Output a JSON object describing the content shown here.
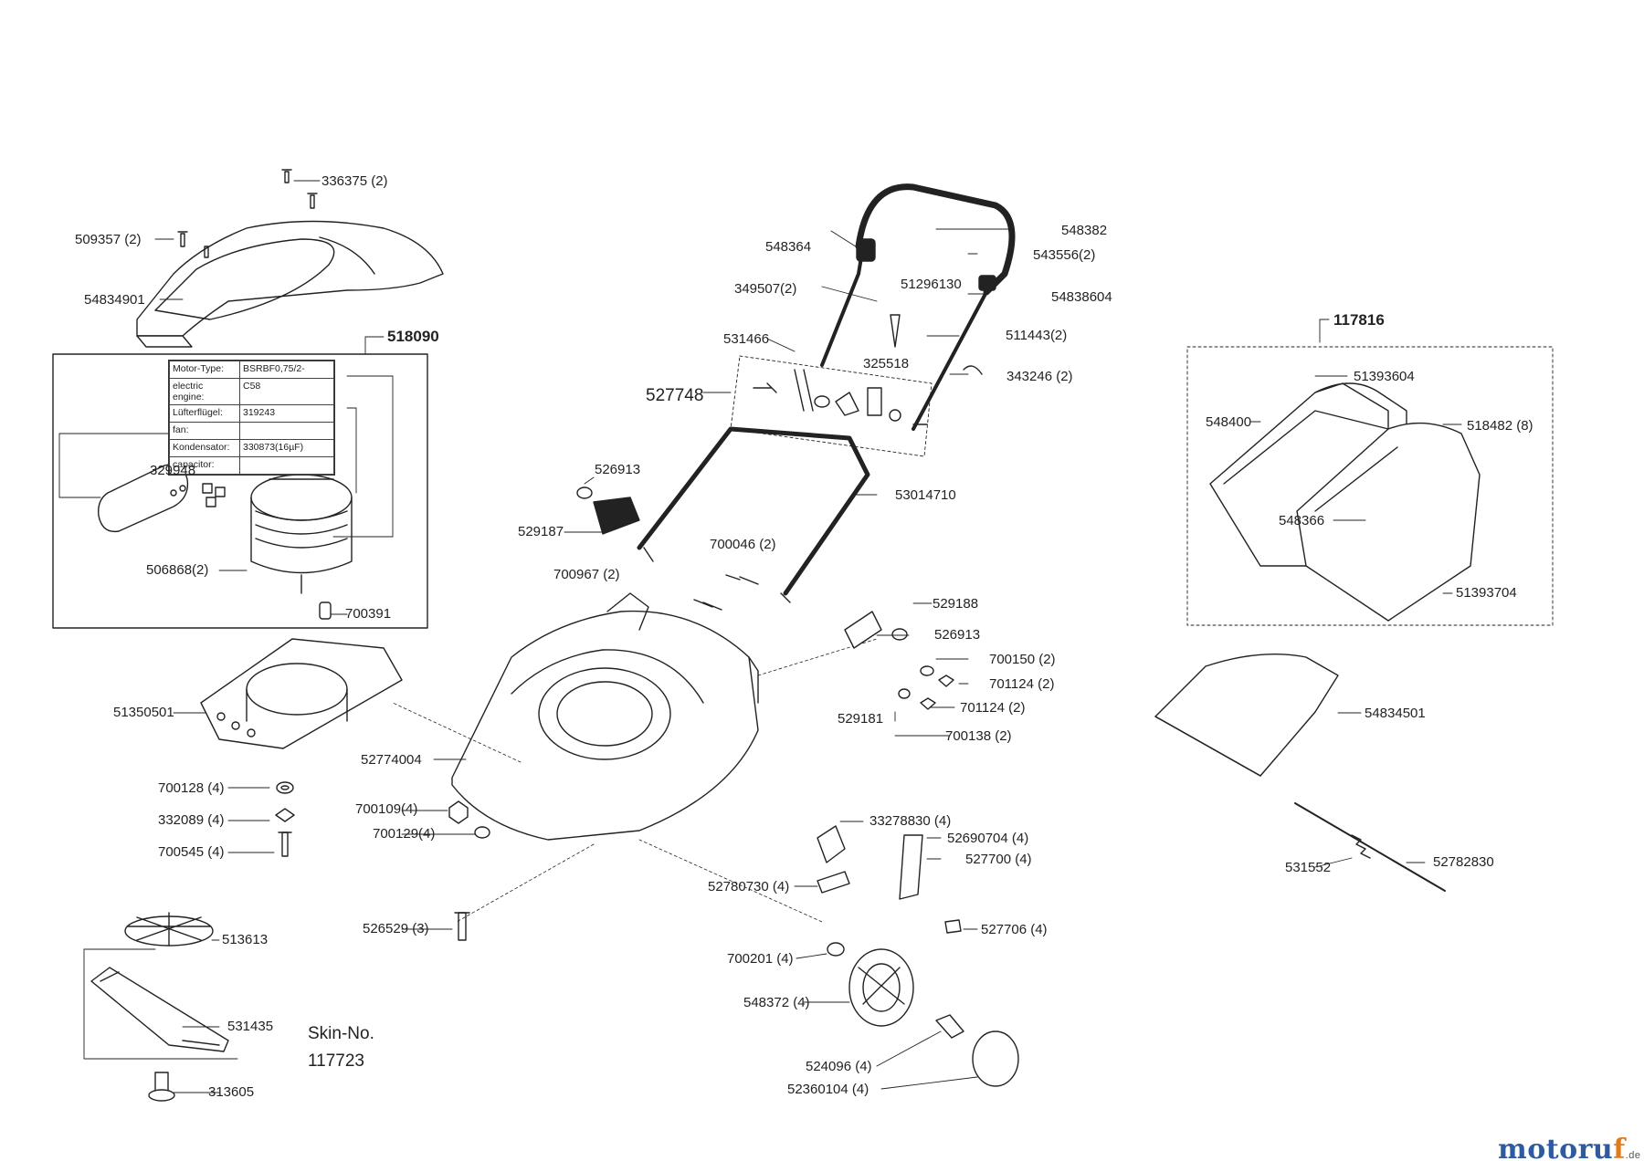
{
  "parts": {
    "p336375": "336375 (2)",
    "p509357": "509357 (2)",
    "p54834901": "54834901",
    "p518090": "518090",
    "p329948": "329948",
    "p506868": "506868(2)",
    "p700391": "700391",
    "p51350501": "51350501",
    "p700128": "700128 (4)",
    "p332089": "332089 (4)",
    "p700545": "700545 (4)",
    "p513613": "513613",
    "p531435": "531435",
    "p313605": "313605",
    "skin_label": "Skin-No.",
    "skin_no": "117723",
    "p526529": "526529 (3)",
    "p700109": "700109(4)",
    "p700129": "700129(4)",
    "p52774004": "52774004",
    "p700967": "700967 (2)",
    "p700046": "700046 (2)",
    "p526913a": "526913",
    "p529187": "529187",
    "p548364": "548364",
    "p349507": "349507(2)",
    "p51296130": "51296130",
    "p531466": "531466",
    "p325518": "325518",
    "p527748": "527748",
    "p548382": "548382",
    "p543556": "543556(2)",
    "p54838604": "54838604",
    "p511443": "511443(2)",
    "p343246": "343246 (2)",
    "p53014710": "53014710",
    "p529188": "529188",
    "p526913b": "526913",
    "p700150": "700150 (2)",
    "p701124a": "701124 (2)",
    "p701124b": "701124 (2)",
    "p529181": "529181",
    "p700138": "700138 (2)",
    "p33278830": "33278830 (4)",
    "p52690704": "52690704 (4)",
    "p527700": "527700 (4)",
    "p52780730": "52780730 (4)",
    "p527706": "527706 (4)",
    "p700201": "700201 (4)",
    "p548372": "548372 (4)",
    "p524096": "524096 (4)",
    "p52360104": "52360104 (4)",
    "p117816": "117816",
    "p51393604": "51393604",
    "p548400": "548400",
    "p518482": "518482 (8)",
    "p548366": "548366",
    "p51393704": "51393704",
    "p54834501": "54834501",
    "p531552": "531552",
    "p52782830": "52782830"
  },
  "spec_table": [
    {
      "k": "Motor-Type:",
      "v": "BSRBF0,75/2-"
    },
    {
      "k": "electric engine:",
      "v": "C58"
    },
    {
      "k": "Lüfterflügel:",
      "v": "319243"
    },
    {
      "k": "fan:",
      "v": ""
    },
    {
      "k": "Kondensator:",
      "v": "330873(16µF)"
    },
    {
      "k": "capacitor:",
      "v": ""
    }
  ],
  "brand": {
    "main": "motoru",
    "accent": "f",
    "suffix": ".de"
  },
  "colors": {
    "line": "#222222",
    "brand_blue": "#2e5aa0",
    "brand_orange": "#e07a1e"
  }
}
